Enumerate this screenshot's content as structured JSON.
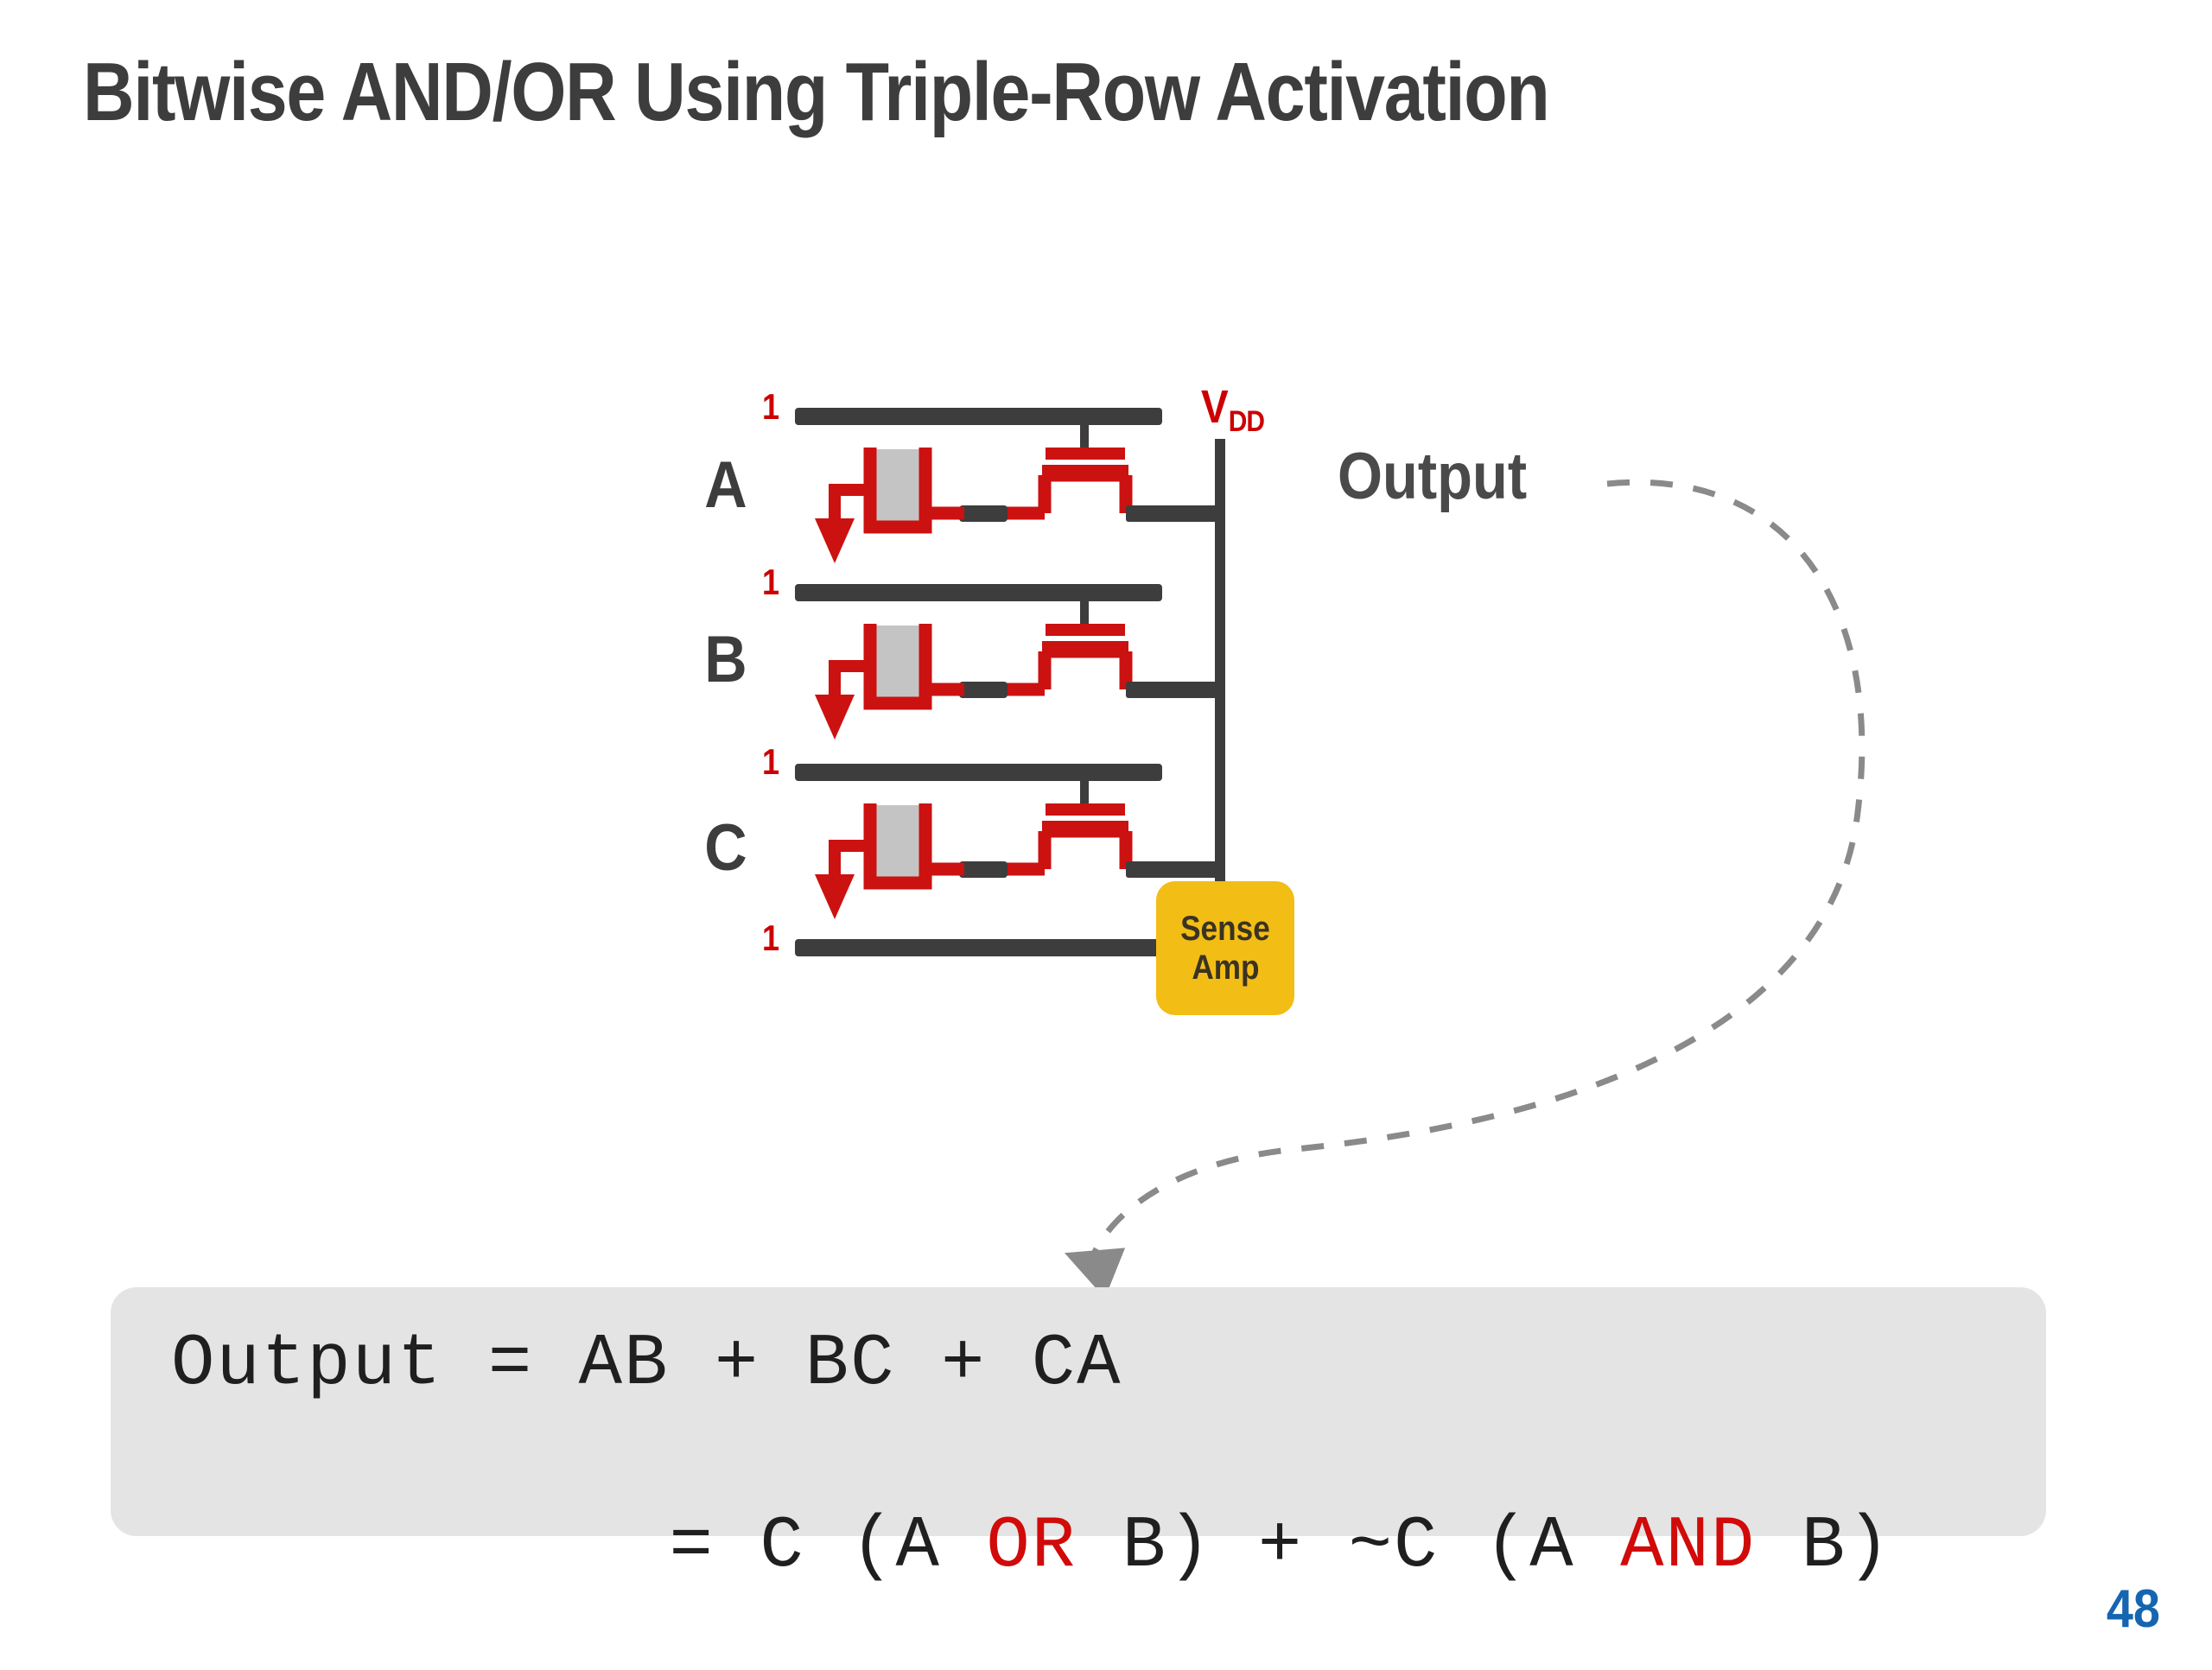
{
  "slide": {
    "title": "Bitwise AND/OR Using Triple-Row Activation",
    "page_number": "48",
    "background_color": "#ffffff"
  },
  "colors": {
    "title_gray": "#3d3d3d",
    "wire_dark": "#3d3d3d",
    "accent_red": "#cc0000",
    "cap_red": "#cc1111",
    "cap_fill_gray": "#c4c4c4",
    "sense_amp_yellow": "#f2bd15",
    "formula_panel_gray": "#e4e4e4",
    "formula_text": "#1f1f1f",
    "formula_op_red": "#d10a0a",
    "page_number_blue": "#1565b0",
    "callout_dash_gray": "#7a7a7a"
  },
  "diagram": {
    "name": "triple-row-activation-dram-circuit",
    "supply_label": {
      "main": "V",
      "subscript": "DD"
    },
    "rows": [
      {
        "label": "A",
        "bit_value": "1"
      },
      {
        "label": "B",
        "bit_value": "1"
      },
      {
        "label": "C",
        "bit_value": "1"
      }
    ],
    "bottom_wordline_bit": "1",
    "sense_amp": {
      "line1": "Sense",
      "line2": "Amp"
    },
    "output_callout": "Output"
  },
  "formula": {
    "line1": "Output = AB + BC + CA",
    "line2_parts": [
      {
        "text": "       = C (A ",
        "color": "dark"
      },
      {
        "text": "OR",
        "color": "red"
      },
      {
        "text": " B) + ~C (A ",
        "color": "dark"
      },
      {
        "text": "AND",
        "color": "red"
      },
      {
        "text": " B)",
        "color": "dark"
      }
    ],
    "line2_plain": "       = C (A OR B) + ~C (A AND B)",
    "operators_highlighted": [
      "OR",
      "AND"
    ]
  }
}
